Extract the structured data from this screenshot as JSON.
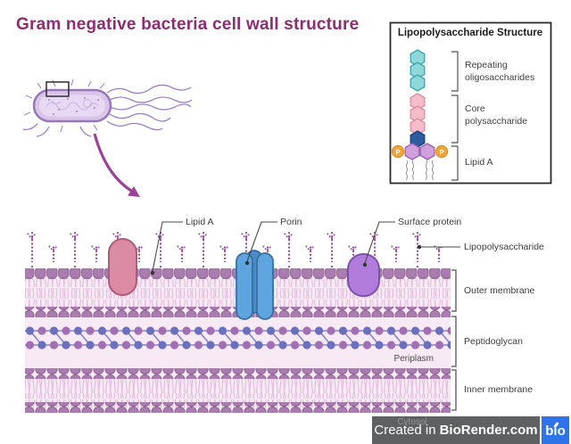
{
  "title": {
    "text": "Gram negative bacteria cell wall structure"
  },
  "legend": {
    "title": "Lipopolysaccharide Structure",
    "items": [
      {
        "line1": "Repeating",
        "line2": "oligosaccharides"
      },
      {
        "line1": "Core",
        "line2": "polysaccharide"
      },
      {
        "line1": "Lipid A",
        "line2": ""
      }
    ],
    "phosphate_symbol": "P"
  },
  "callouts": {
    "lipid_a": "Lipid A",
    "porin": "Porin",
    "surface_protein": "Surface protein",
    "lipopolysaccharide": "Lipopolysaccharide"
  },
  "layers": {
    "outer_membrane": "Outer membrane",
    "peptidoglycan": "Peptidoglycan",
    "inner_membrane": "Inner membrane",
    "periplasm": "Periplasm",
    "cytosol": "Cytosol"
  },
  "watermark": {
    "prefix": "Created in",
    "brand": "BioRender.com",
    "logo_text": "bıo"
  },
  "colors": {
    "title": "#8E2B71",
    "membrane_head": "#AA7DB0",
    "membrane_tail": "#E0BCDA",
    "membrane_band": "#F8EAF4",
    "lps_chain": "#9A4D9E",
    "porin": "#5EA5E0",
    "surface_protein": "#B17CDC",
    "lipoprotein_pink": "#DB8BA3",
    "peptidoglycan_purple": "#A16FB2",
    "peptidoglycan_blue": "#6A70BD",
    "legend_oligosaccharide": "#8FD8D8",
    "legend_core": "#F4BDC9",
    "legend_inner_core": "#2D5BA0",
    "legend_lipid_a_sugar": "#CFA0DC",
    "legend_phosphate": "#F4A63B",
    "bacterium_body": "#D9C5E9",
    "arrow": "#9C4099",
    "watermark_bar": "#58595B",
    "logo_blue": "#2E74E8"
  }
}
